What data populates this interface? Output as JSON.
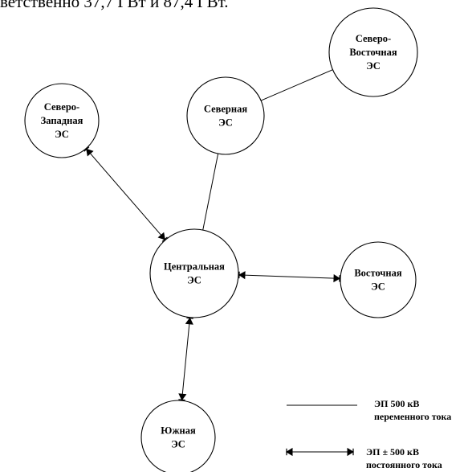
{
  "header": {
    "text": "ветственно 37,7 ГВт и  87,4 ГВт."
  },
  "nodes": [
    {
      "id": "nw",
      "lines": [
        "Северо-",
        "Западная",
        "ЭС"
      ]
    },
    {
      "id": "n",
      "lines": [
        "Северная",
        "ЭС"
      ]
    },
    {
      "id": "ne",
      "lines": [
        "Северо-",
        "Восточная",
        "ЭС"
      ]
    },
    {
      "id": "c",
      "lines": [
        "Центральная",
        "ЭС"
      ]
    },
    {
      "id": "e",
      "lines": [
        "Восточная",
        "ЭС"
      ]
    },
    {
      "id": "s",
      "lines": [
        "Южная",
        "ЭС"
      ]
    }
  ],
  "links": [
    {
      "from": "n",
      "to": "ne",
      "type": "ac"
    },
    {
      "from": "n",
      "to": "c",
      "type": "ac"
    },
    {
      "from": "nw",
      "to": "c",
      "type": "dc"
    },
    {
      "from": "c",
      "to": "e",
      "type": "dc"
    },
    {
      "from": "c",
      "to": "s",
      "type": "dc"
    }
  ],
  "legend": {
    "ac": {
      "line1": "ЭП 500 кВ",
      "line2": "переменного тока"
    },
    "dc": {
      "line1": "ЭП  ±  500 кВ",
      "line2": "постоянного тока"
    }
  }
}
